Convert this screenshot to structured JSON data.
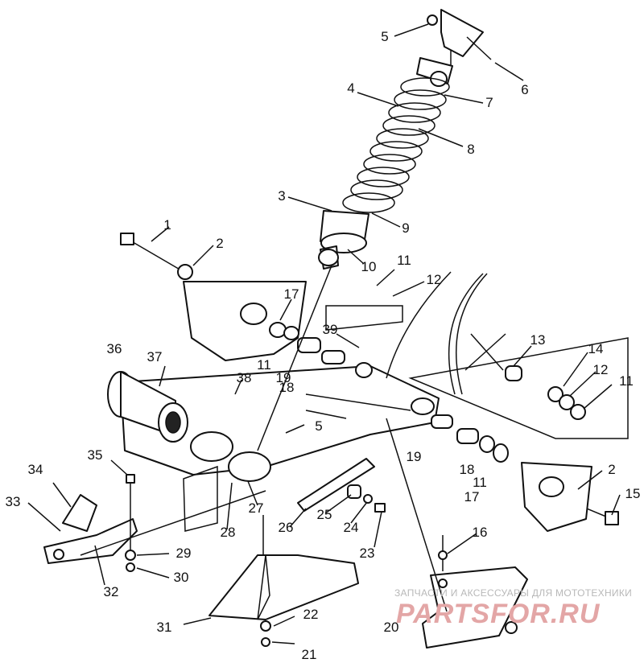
{
  "callouts": [
    "1",
    "2",
    "3",
    "4",
    "5",
    "6",
    "7",
    "8",
    "9",
    "10",
    "11",
    "12",
    "17",
    "36",
    "37",
    "38",
    "39",
    "18",
    "19",
    "13",
    "14",
    "15",
    "16",
    "20",
    "21",
    "22",
    "23",
    "24",
    "25",
    "26",
    "27",
    "28",
    "29",
    "30",
    "31",
    "32",
    "33",
    "34",
    "35"
  ],
  "callout_2b": "2",
  "callout_5b": "5",
  "callout_11b": "11",
  "callout_11c": "11",
  "callout_11d": "11",
  "callout_12b": "12",
  "callout_17b": "17",
  "callout_18b": "18",
  "callout_19b": "19",
  "watermark": {
    "caption": "ЗАПЧАСТИ И АКСЕССУАРЫ ДЛЯ МОТОТЕХНИКИ",
    "logo": "PARTSFOR.RU"
  }
}
